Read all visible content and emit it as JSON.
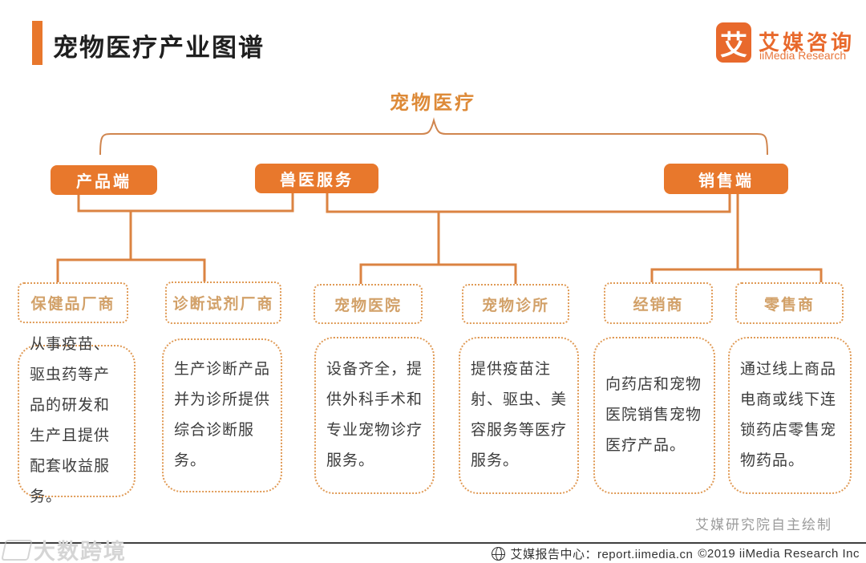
{
  "header": {
    "title": "宠物医疗产业图谱",
    "logo": {
      "glyph": "艾",
      "name_cn": "艾媒咨询",
      "name_en": "iiMedia Research"
    }
  },
  "tree": {
    "root": "宠物医疗",
    "branches": [
      {
        "label": "产品端",
        "children": [
          {
            "label": "保健品厂商",
            "description": "从事疫苗、驱虫药等产品的研发和生产且提供配套收益服务。"
          },
          {
            "label": "诊断试剂厂商",
            "description": "生产诊断产品并为诊所提供综合诊断服务。"
          }
        ]
      },
      {
        "label": "兽医服务",
        "children": [
          {
            "label": "宠物医院",
            "description": "设备齐全，提供外科手术和专业宠物诊疗服务。"
          },
          {
            "label": "宠物诊所",
            "description": "提供疫苗注射、驱虫、美容服务等医疗服务。"
          }
        ]
      },
      {
        "label": "销售端",
        "children": [
          {
            "label": "经销商",
            "description": "向药店和宠物医院销售宠物医疗产品。"
          },
          {
            "label": "零售商",
            "description": "通过线上商品电商或线下连锁药店零售宠物药品。"
          }
        ]
      }
    ]
  },
  "footer": {
    "source_note": "艾媒研究院自主绘制",
    "report_center": "艾媒报告中心：report.iimedia.cn",
    "copyright": "©2019  iiMedia Research Inc"
  },
  "watermark": "大数跨境",
  "colors": {
    "brand_orange": "#E8772C",
    "connector_orange": "#DB8342",
    "bracket_orange": "#D0854E",
    "dashed_border": "#E09A55",
    "dashed_label_text": "#D2A169",
    "description_text": "#3C3C3C",
    "footer_text": "#333333",
    "source_note_gray": "#9B9B9B"
  }
}
